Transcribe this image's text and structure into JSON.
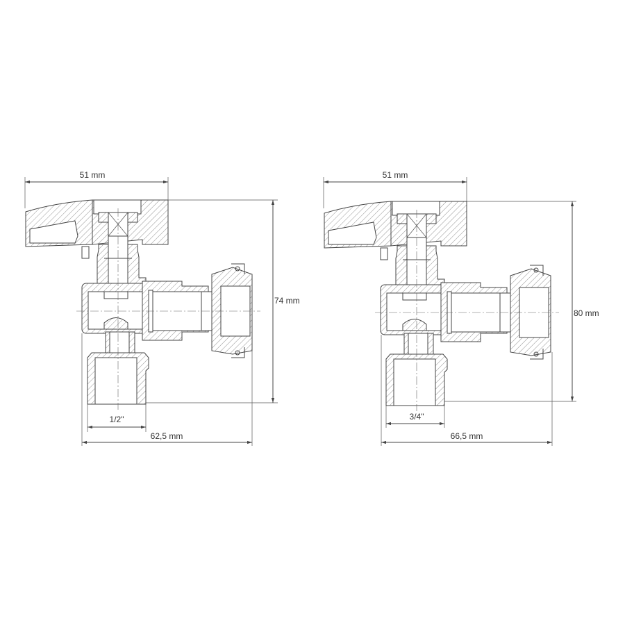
{
  "drawings": [
    {
      "name": "valve-1-2",
      "width_label": "51 mm",
      "height_label": "74 mm",
      "thread_label": "1/2\"",
      "length_label": "62,5 mm"
    },
    {
      "name": "valve-3-4",
      "width_label": "51 mm",
      "height_label": "80 mm",
      "thread_label": "3/4\"",
      "length_label": "66,5 mm"
    }
  ]
}
